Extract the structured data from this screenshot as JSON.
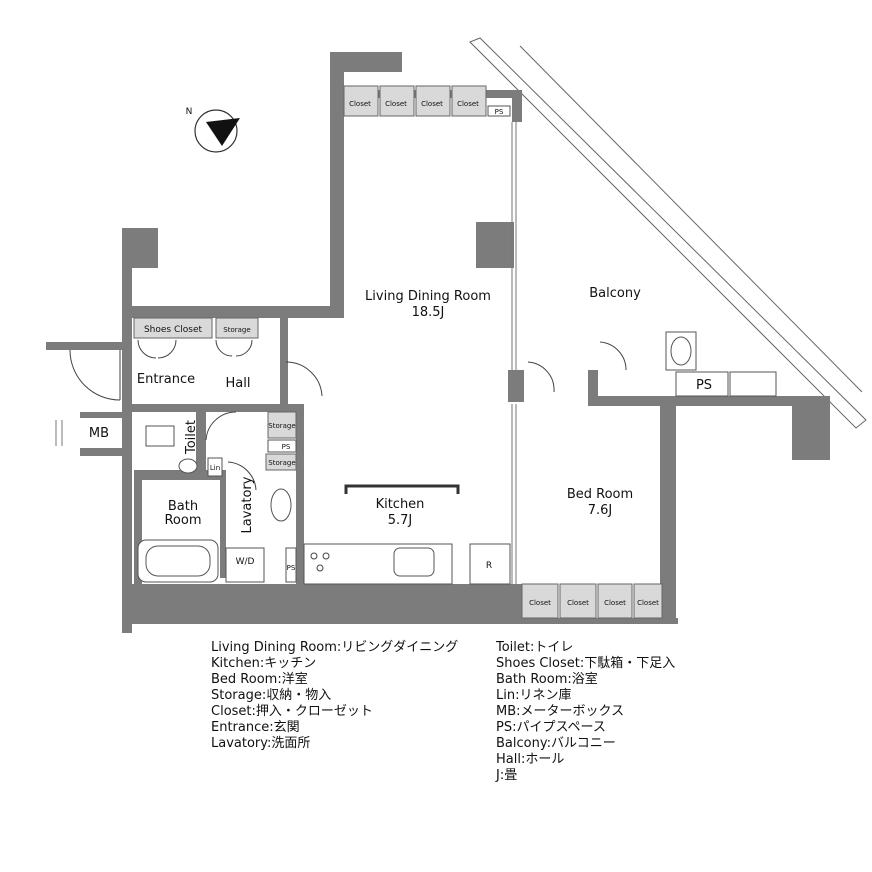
{
  "rooms": {
    "living": {
      "name": "Living Dining Room",
      "size": "18.5J"
    },
    "kitchen": {
      "name": "Kitchen",
      "size": "5.7J"
    },
    "bedroom": {
      "name": "Bed Room",
      "size": "7.6J"
    },
    "balcony": "Balcony",
    "entrance": "Entrance",
    "hall": "Hall",
    "toilet": "Toilet",
    "bath": {
      "line1": "Bath",
      "line2": "Room"
    },
    "lavatory": "Lavatory",
    "wd": "W/D",
    "mb": "MB",
    "ps": "PS",
    "fridge": "R",
    "lin": "Lin",
    "shoes_closet": "Shoes Closet",
    "storage": "Storage",
    "closet": "Closet"
  },
  "compass": {
    "north": "N"
  },
  "legend_left": [
    "Living Dining Room:リビングダイニング",
    "Kitchen:キッチン",
    "Bed Room:洋室",
    "Storage:収納・物入",
    "Closet:押入・クローゼット",
    "Entrance:玄関",
    "Lavatory:洗面所"
  ],
  "legend_right": [
    "Toilet:トイレ",
    "Shoes Closet:下駄箱・下足入",
    "Bath Room:浴室",
    "Lin:リネン庫",
    "MB:メーターボックス",
    "PS:パイプスペース",
    "Balcony:バルコニー",
    "Hall:ホール",
    "J:畳"
  ]
}
